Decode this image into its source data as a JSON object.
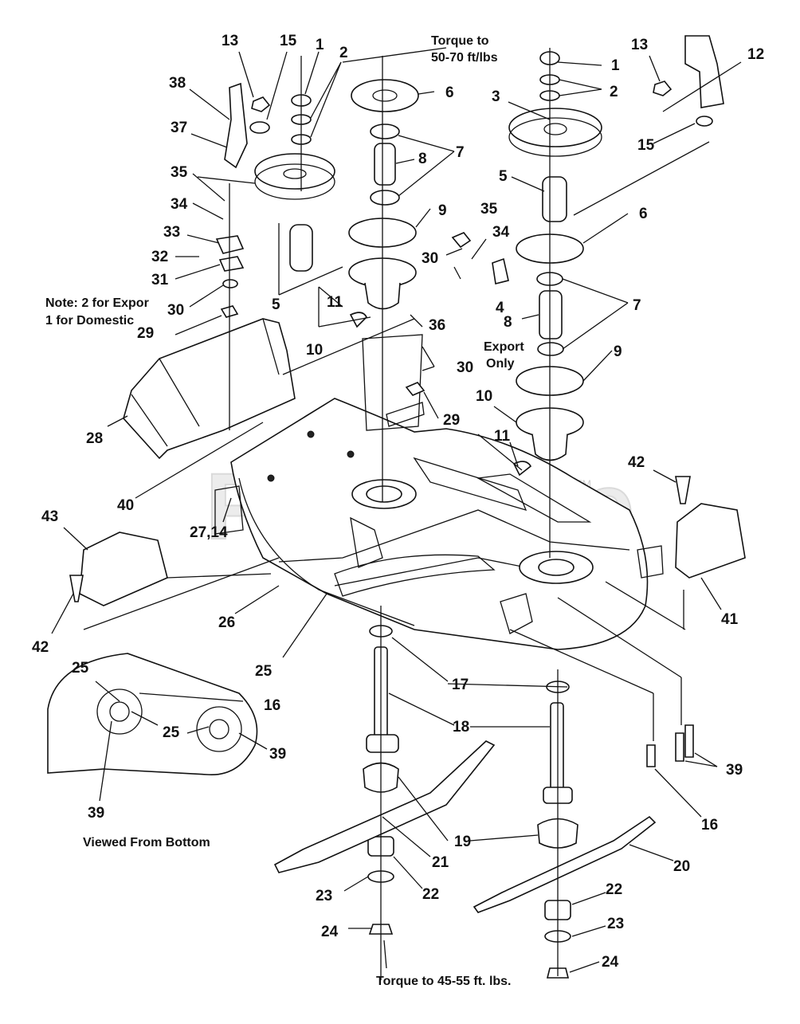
{
  "watermark": "PartsTree",
  "trademark": "TM",
  "notes": {
    "torque_top_line1": "Torque to",
    "torque_top_line2": "50-70 ft/lbs",
    "export_line1": "Note: 2 for Expor",
    "export_line2": "1 for Domestic",
    "export_only_line1": "Export",
    "export_only_line2": "Only",
    "viewed_from_bottom": "Viewed From Bottom",
    "torque_bottom": "Torque to 45-55 ft. lbs."
  },
  "callouts": [
    {
      "id": "c13a",
      "text": "13"
    },
    {
      "id": "c15a",
      "text": "15"
    },
    {
      "id": "c1a",
      "text": "1"
    },
    {
      "id": "c2a",
      "text": "2"
    },
    {
      "id": "c38",
      "text": "38"
    },
    {
      "id": "c37",
      "text": "37"
    },
    {
      "id": "c35a",
      "text": "35"
    },
    {
      "id": "c34a",
      "text": "34"
    },
    {
      "id": "c33",
      "text": "33"
    },
    {
      "id": "c32",
      "text": "32"
    },
    {
      "id": "c31",
      "text": "31"
    },
    {
      "id": "c30a",
      "text": "30"
    },
    {
      "id": "c29a",
      "text": "29"
    },
    {
      "id": "c5a",
      "text": "5"
    },
    {
      "id": "c11a",
      "text": "11"
    },
    {
      "id": "c10a",
      "text": "10"
    },
    {
      "id": "c6a",
      "text": "6"
    },
    {
      "id": "c7a",
      "text": "7"
    },
    {
      "id": "c8a",
      "text": "8"
    },
    {
      "id": "c9a",
      "text": "9"
    },
    {
      "id": "c35b",
      "text": "35"
    },
    {
      "id": "c34b",
      "text": "34"
    },
    {
      "id": "c30b",
      "text": "30"
    },
    {
      "id": "c4",
      "text": "4"
    },
    {
      "id": "c36",
      "text": "36"
    },
    {
      "id": "c30c",
      "text": "30"
    },
    {
      "id": "c29b",
      "text": "29"
    },
    {
      "id": "c1b",
      "text": "1"
    },
    {
      "id": "c2b",
      "text": "2"
    },
    {
      "id": "c3",
      "text": "3"
    },
    {
      "id": "c13b",
      "text": "13"
    },
    {
      "id": "c12",
      "text": "12"
    },
    {
      "id": "c15b",
      "text": "15"
    },
    {
      "id": "c5b",
      "text": "5"
    },
    {
      "id": "c6b",
      "text": "6"
    },
    {
      "id": "c7b",
      "text": "7"
    },
    {
      "id": "c8b",
      "text": "8"
    },
    {
      "id": "c9b",
      "text": "9"
    },
    {
      "id": "c10b",
      "text": "10"
    },
    {
      "id": "c11b",
      "text": "11"
    },
    {
      "id": "c42a",
      "text": "42"
    },
    {
      "id": "c41",
      "text": "41"
    },
    {
      "id": "c28",
      "text": "28"
    },
    {
      "id": "c40",
      "text": "40"
    },
    {
      "id": "c43",
      "text": "43"
    },
    {
      "id": "c27",
      "text": "27,14"
    },
    {
      "id": "c42b",
      "text": "42"
    },
    {
      "id": "c26",
      "text": "26"
    },
    {
      "id": "c25a",
      "text": "25"
    },
    {
      "id": "c25b",
      "text": "25"
    },
    {
      "id": "c25c",
      "text": "25"
    },
    {
      "id": "c16a",
      "text": "16"
    },
    {
      "id": "c39a",
      "text": "39"
    },
    {
      "id": "c39b",
      "text": "39"
    },
    {
      "id": "c17",
      "text": "17"
    },
    {
      "id": "c18",
      "text": "18"
    },
    {
      "id": "c19",
      "text": "19"
    },
    {
      "id": "c21",
      "text": "21"
    },
    {
      "id": "c22a",
      "text": "22"
    },
    {
      "id": "c23a",
      "text": "23"
    },
    {
      "id": "c24a",
      "text": "24"
    },
    {
      "id": "c20",
      "text": "20"
    },
    {
      "id": "c22b",
      "text": "22"
    },
    {
      "id": "c23b",
      "text": "23"
    },
    {
      "id": "c24b",
      "text": "24"
    },
    {
      "id": "c39c",
      "text": "39"
    },
    {
      "id": "c16b",
      "text": "16"
    }
  ]
}
